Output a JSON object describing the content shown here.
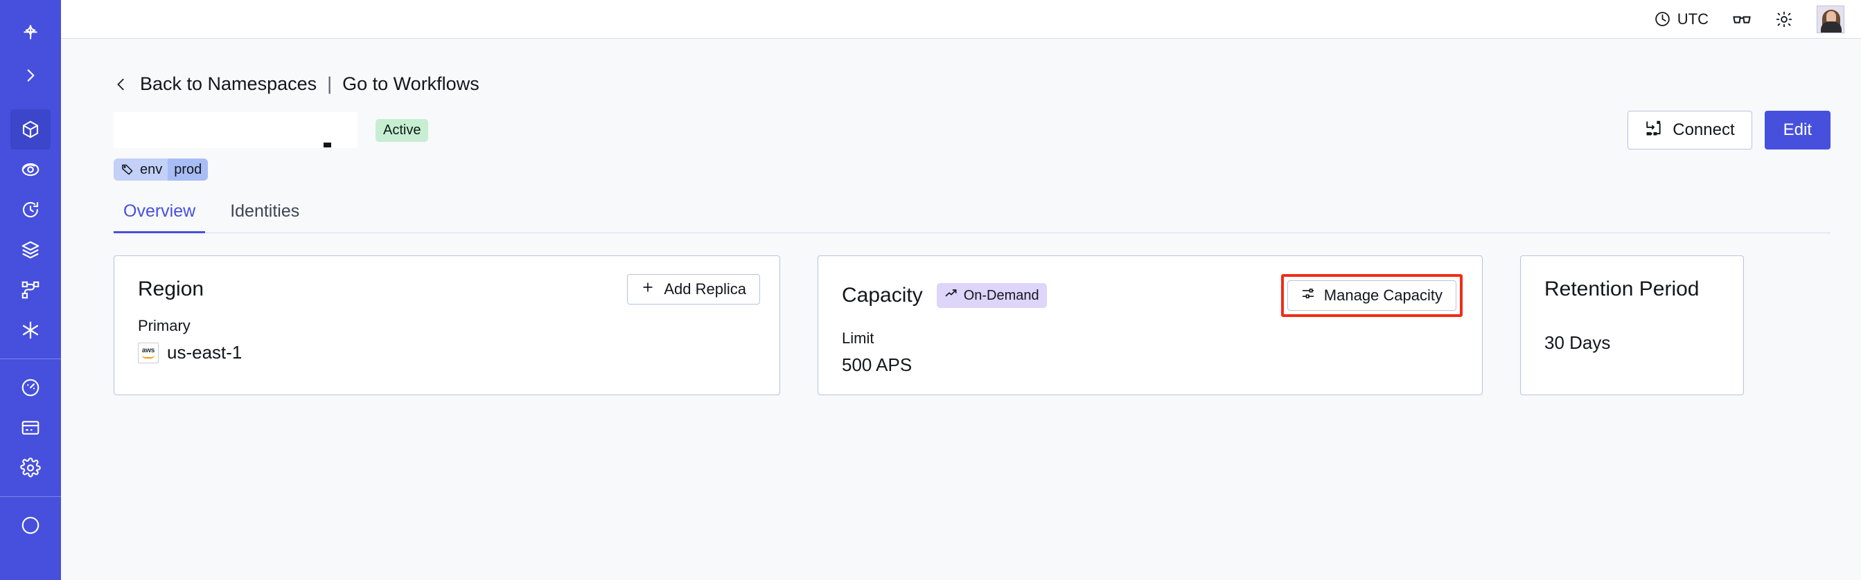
{
  "sidebar": {
    "logo_name": "temporal-logo-icon",
    "expand_label": "expand-sidebar",
    "items": [
      {
        "name": "namespaces-icon",
        "label": "Namespaces",
        "active": true
      },
      {
        "name": "schedules-eye-icon",
        "label": "Observability",
        "active": false
      },
      {
        "name": "history-clock-icon",
        "label": "History",
        "active": false
      },
      {
        "name": "layers-icon",
        "label": "Layers",
        "active": false
      },
      {
        "name": "workflow-graph-icon",
        "label": "Workflows",
        "active": false
      },
      {
        "name": "asterisk-icon",
        "label": "Nexus",
        "active": false
      }
    ],
    "items_lower": [
      {
        "name": "usage-gauge-icon",
        "label": "Usage",
        "active": false
      },
      {
        "name": "billing-card-icon",
        "label": "Billing",
        "active": false
      },
      {
        "name": "settings-gear-icon",
        "label": "Settings",
        "active": false
      }
    ]
  },
  "topbar": {
    "timezone_label": "UTC",
    "timezone_icon": "clock-icon",
    "glasses_icon": "reading-glasses-icon",
    "theme_icon": "sun-icon",
    "avatar_name": "user-avatar"
  },
  "breadcrumb": {
    "back_icon": "chevron-left-icon",
    "back_label": "Back to Namespaces",
    "separator": "|",
    "forward_label": "Go to Workflows"
  },
  "header": {
    "namespace_title": "",
    "namespace_title_redacted": true,
    "status_badge": "Active",
    "connect_label": "Connect",
    "connect_icon": "connect-flow-icon",
    "edit_label": "Edit",
    "tag": {
      "icon": "tag-icon",
      "key": "env",
      "value": "prod"
    }
  },
  "tabs": [
    {
      "label": "Overview",
      "active": true
    },
    {
      "label": "Identities",
      "active": false
    }
  ],
  "cards": {
    "region": {
      "title": "Region",
      "action_label": "Add Replica",
      "action_icon": "plus-icon",
      "label": "Primary",
      "provider_icon": "aws-icon",
      "provider_text": "aws",
      "value": "us-east-1"
    },
    "capacity": {
      "title": "Capacity",
      "pill_label": "On-Demand",
      "pill_icon": "trend-up-icon",
      "action_label": "Manage Capacity",
      "action_icon": "sliders-icon",
      "action_highlighted": true,
      "label": "Limit",
      "value": "500 APS"
    },
    "retention": {
      "title": "Retention Period",
      "value": "30 Days"
    }
  },
  "colors": {
    "brand": "#4650dd",
    "sidebar_active": "#3b46ca",
    "page_bg": "#f8f9fb",
    "card_border": "#b9c2e0",
    "status_active_bg": "#c7eed2",
    "tag_bg": "#c3d0f7",
    "tag_value_bg": "#a8bdf5",
    "pill_bg": "#ded5fa",
    "highlight": "#ef2d16"
  }
}
